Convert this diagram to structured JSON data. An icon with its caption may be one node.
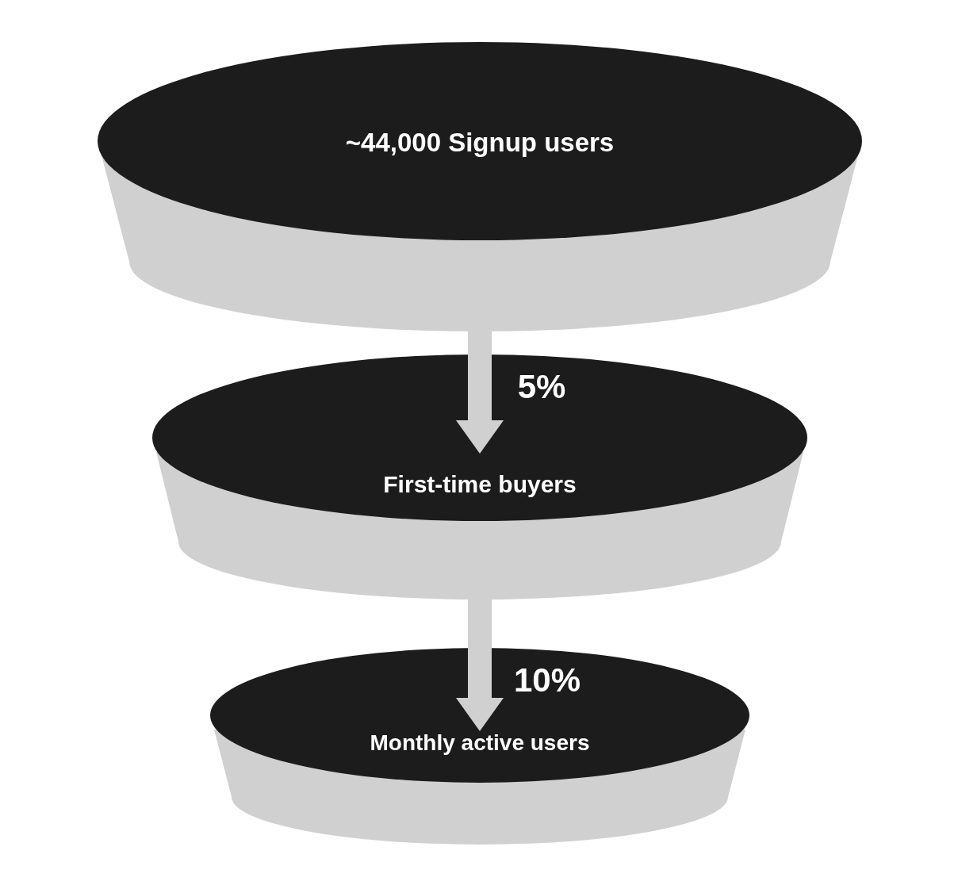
{
  "diagram": {
    "nodes": [
      {
        "text": [
          "~44,000 Signup users"
        ]
      },
      {
        "text": [
          "First-time buyers"
        ]
      },
      {
        "text": [
          "Monthly active users"
        ]
      }
    ],
    "edges": [
      {
        "from": 0,
        "to": 1,
        "arrow": "to",
        "label": "5%"
      },
      {
        "from": 1,
        "to": 2,
        "arrow": "to",
        "label": "10%"
      }
    ]
  }
}
